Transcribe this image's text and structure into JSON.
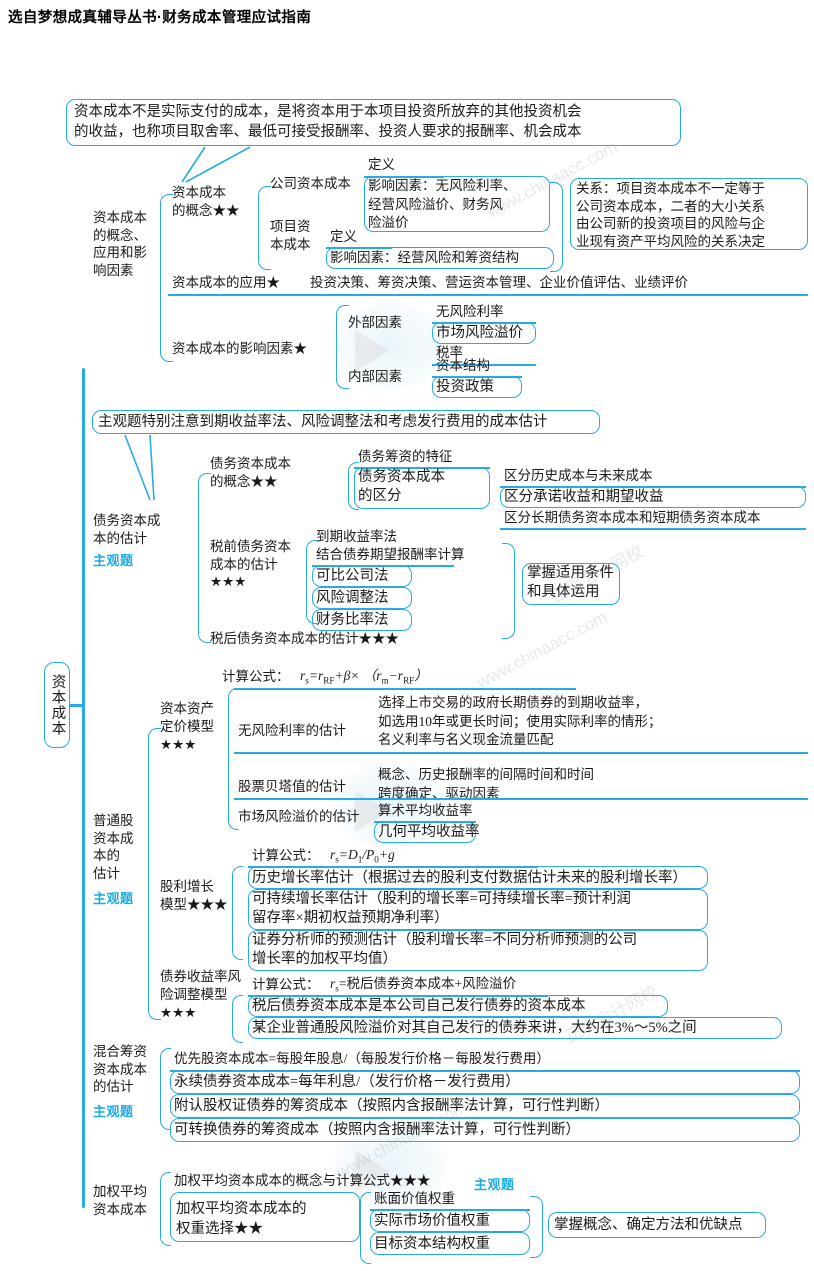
{
  "header": {
    "title": "选自梦想成真辅导丛书·财务成本管理应试指南"
  },
  "root": {
    "label": "资本成本"
  },
  "callouts": {
    "concept": "资本成本不是实际支付的成本，是将资本用于本项目投资所放弃的其他投资机会\n的收益，也称项目取舍率、最低可接受报酬率、投资人要求的报酬率、机会成本",
    "relation": "关系：项目资本成本不一定等于\n公司资本成本，二者的大小关系\n由公司新的投资项目的风险与企\n业现有资产平均风险的关系决定",
    "subjective_note": "主观题特别注意到期收益率法、风险调整法和考虑发行费用的成本估计",
    "grasp_conditions": "掌握适用条件\n和具体运用",
    "grasp_concepts": "掌握概念、确定方法和优缺点"
  },
  "branch1": {
    "title": "资本成本\n的概念、\n应用和影\n响因素",
    "concept": {
      "label": "资本成本\n的概念★★"
    },
    "company_cost": {
      "label": "公司资本成本"
    },
    "company_def": "定义",
    "company_factors": "影响因素：无风险利率、\n经营风险溢价、财务风\n险溢价",
    "project_cost": {
      "label": "项目资\n本成本"
    },
    "project_def": "定义",
    "project_factors": "影响因素：经营风险和筹资结构",
    "application": {
      "label": "资本成本的应用★",
      "value": "投资决策、筹资决策、营运资本管理、企业价值评估、业绩评价"
    },
    "factors": {
      "label": "资本成本的影响因素★"
    },
    "external": {
      "label": "外部因素",
      "items": [
        "无风险利率",
        "市场风险溢价",
        "税率"
      ]
    },
    "internal": {
      "label": "内部因素",
      "items": [
        "资本结构",
        "投资政策"
      ]
    }
  },
  "branch2": {
    "title": "债务资本成\n本的估计",
    "badge": "主观题",
    "concept": {
      "label": "债务资本成本\n的概念★★"
    },
    "feature": "债务筹资的特征",
    "distinction": {
      "label": "债务资本成本\n的区分",
      "items": [
        "区分历史成本与未来成本",
        "区分承诺收益和期望收益",
        "区分长期债务资本成本和短期债务资本成本"
      ]
    },
    "pretax": {
      "label": "税前债务资本\n成本的估计\n★★★"
    },
    "ytm": "到期收益率法\n结合债券期望报酬率计算",
    "methods": [
      "可比公司法",
      "风险调整法",
      "财务比率法"
    ],
    "aftertax": "税后债务资本成本的估计★★★"
  },
  "branch3": {
    "title": "普通股\n资本成\n本的\n估计",
    "badge": "主观题",
    "capm": {
      "label": "资本资产\n定价模型\n★★★",
      "formula_prefix": "计算公式：",
      "formula": "r_s=r_RF+β× (r_m-r_RF)"
    },
    "rf": {
      "label": "无风险利率的估计",
      "value": "选择上市交易的政府长期债券的到期收益率，\n如选用10年或更长时间；使用实际利率的情形；\n名义利率与名义现金流量匹配"
    },
    "beta": {
      "label": "股票贝塔值的估计",
      "value": "概念、历史报酬率的间隔时间和时间\n跨度确定、驱动因素"
    },
    "mrp": {
      "label": "市场风险溢价的估计",
      "items": [
        "算术平均收益率",
        "几何平均收益率"
      ]
    },
    "ddm": {
      "label": "股利增长\n模型★★★",
      "formula_prefix": "计算公式：",
      "formula": "r_s=D_1/P_0+g",
      "items": [
        "历史增长率估计（根据过去的股利支付数据估计未来的股利增长率）",
        "可持续增长率估计（股利的增长率=可持续增长率=预计利润\n留存率×期初权益预期净利率）",
        "证券分析师的预测估计（股利增长率=不同分析师预测的公司\n增长率的加权平均值）"
      ]
    },
    "bond_yield": {
      "label": "债券收益率风\n险调整模型\n★★★",
      "formula_prefix": "计算公式：",
      "formula": "r_s=税后债券资本成本+风险溢价",
      "items": [
        "税后债券资本成本是本公司自己发行债券的资本成本",
        "某企业普通股风险溢价对其自己发行的债券来讲，大约在3%～5%之间"
      ]
    }
  },
  "branch4": {
    "title": "混合筹资\n资本成本\n的估计",
    "badge": "主观题",
    "items": [
      "优先股资本成本=每股年股息/（每股发行价格－每股发行费用）",
      "永续债券资本成本=每年利息/（发行价格－发行费用）",
      "附认股权证债券的筹资成本（按照内含报酬率法计算，可行性判断）",
      "可转换债券的筹资成本（按照内含报酬率法计算，可行性判断）"
    ]
  },
  "branch5": {
    "title": "加权平均\n资本成本",
    "concept": "加权平均资本成本的概念与计算公式★★★",
    "badge": "主观题",
    "weights": {
      "label": "加权平均资本成本的\n权重选择★★",
      "items": [
        "账面价值权重",
        "实际市场价值权重",
        "目标资本结构权重"
      ]
    }
  },
  "watermark": {
    "lines": [
      "www.chinaacc.com",
      "正保会计网校"
    ]
  },
  "colors": {
    "accent": "#29ABE2",
    "badge": "#19ADE4",
    "text": "#1a1a1a"
  }
}
